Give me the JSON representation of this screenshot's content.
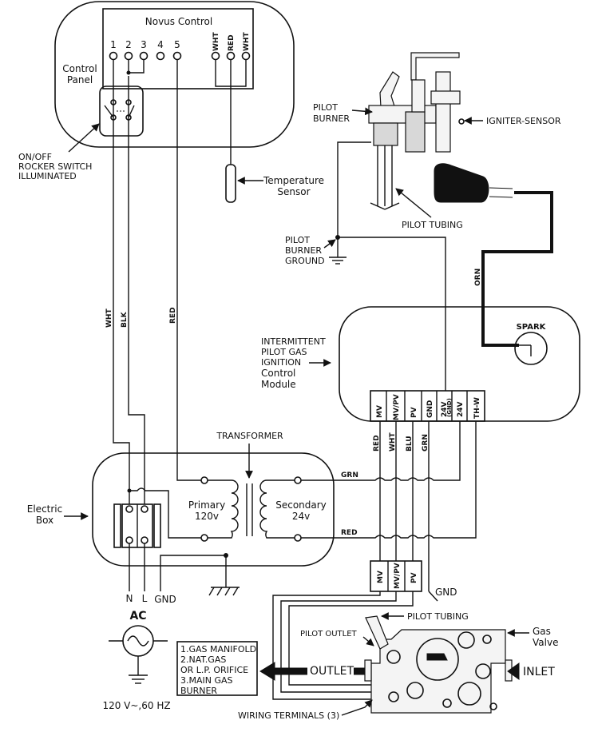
{
  "novus_control": {
    "title": "Novus Control",
    "terminals": [
      "1",
      "2",
      "3",
      "4",
      "5"
    ],
    "wire_terminals": [
      "WHT",
      "RED",
      "WHT"
    ]
  },
  "control_panel": {
    "label_line1": "Control",
    "label_line2": "Panel"
  },
  "rocker_switch": {
    "line1": "ON/OFF",
    "line2": "ROCKER SWITCH",
    "line3": "ILLUMINATED"
  },
  "temperature_sensor": {
    "line1": "Temperature",
    "line2": "Sensor"
  },
  "pilot_burner": {
    "line1": "PILOT",
    "line2": "BURNER"
  },
  "igniter_sensor": {
    "label": "IGNITER-SENSOR"
  },
  "pilot_tubing_top": {
    "label": "PILOT TUBING"
  },
  "pilot_ground": {
    "line1": "PILOT",
    "line2": "BURNER",
    "line3": "GROUND"
  },
  "wire_colors": {
    "wht": "WHT",
    "blk": "BLK",
    "red": "RED",
    "orn": "ORN",
    "grn": "GRN"
  },
  "ignition_module": {
    "line1": "INTERMITTENT",
    "line2": "PILOT GAS",
    "line3": "IGNITION",
    "line4": "Control",
    "line5": "Module",
    "spark": "SPARK",
    "terminals": [
      "MV",
      "MV/PV",
      "PV",
      "GND",
      "24V",
      "24V",
      "TH-W"
    ],
    "gnd_sub": "(GND)"
  },
  "module_wire_colors": [
    "RED",
    "WHT",
    "BLU",
    "GRN"
  ],
  "transformer": {
    "label": "TRANSFORMER",
    "primary_line1": "Primary",
    "primary_line2": "120v",
    "secondary_line1": "Secondary",
    "secondary_line2": "24v"
  },
  "electric_box": {
    "line1": "Electric",
    "line2": "Box"
  },
  "supply": {
    "n": "N",
    "l": "L",
    "gnd": "GND"
  },
  "ac_source": {
    "label": "AC",
    "rating": "120 V~,60 HZ"
  },
  "valve_terminals": [
    "MV",
    "MV/PV",
    "PV"
  ],
  "gnd_label": "GND",
  "pilot_tubing_bottom": {
    "label": "PILOT TUBING"
  },
  "pilot_outlet": {
    "label": "PILOT OUTLET"
  },
  "gas_valve": {
    "line1": "Gas",
    "line2": "Valve"
  },
  "outlet": {
    "label": "OUTLET"
  },
  "inlet": {
    "label": "INLET"
  },
  "manifold_note": [
    "1.GAS MANIFOLD",
    "2.NAT.GAS",
    "OR L.P. ORIFICE",
    "3.MAIN GAS",
    "BURNER"
  ],
  "wiring_terminals": {
    "label": "WIRING TERMINALS (3)"
  }
}
